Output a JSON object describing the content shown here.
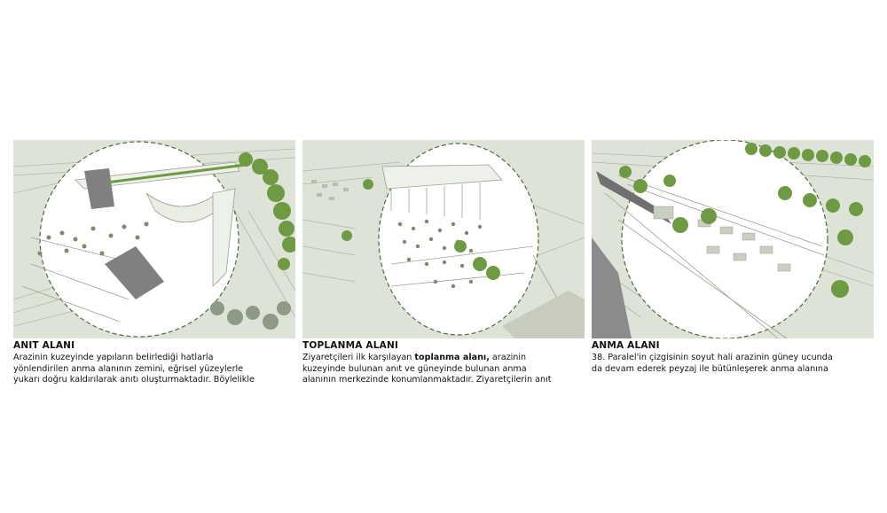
{
  "colors": {
    "ground": "#dde3d6",
    "circle_fill": "#ffffff",
    "circle_stroke": "#4f6a3c",
    "line": "#a9b19f",
    "tree_green": "#6f9a44",
    "dark_roof": "#808080",
    "text": "#111111"
  },
  "panels": [
    {
      "title": "ANIT ALANI",
      "lines": [
        "Arazinin kuzeyinde yapıların belirlediği hatlarla",
        "yönlendirilen anma alanının zemini, eğrisel yüzeylerle",
        "yukarı doğru kaldırılarak anıtı oluşturmaktadır.  Böylelikle"
      ]
    },
    {
      "title": "TOPLANMA ALANI",
      "line1_pre": "Ziyaretçileri ilk karşılayan ",
      "line1_bold": "toplanma alanı,",
      "line1_post": " arazinin",
      "lines": [
        "kuzeyinde bulunan anıt ve güneyinde bulunan anma",
        "alanının merkezinde konumlanmaktadır. Ziyaretçilerin anıt"
      ]
    },
    {
      "title": "ANMA ALANI",
      "lines": [
        "38. Paralel'in çizgisinin soyut hali arazinin güney ucunda",
        "da devam ederek peyzaj ile bütünleşerek anma alanına"
      ]
    }
  ]
}
